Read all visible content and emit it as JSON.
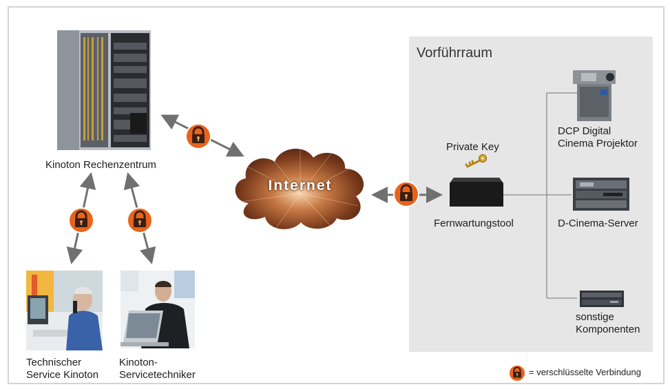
{
  "room": {
    "title": "Vorführraum"
  },
  "labels": {
    "datacenter": "Kinoton Rechenzentrum",
    "internet": "Internet",
    "private_key": "Private Key",
    "tool": "Fernwartungstool",
    "projector_line1": "DCP Digital",
    "projector_line2": "Cinema Projektor",
    "server": "D-Cinema-Server",
    "other_line1": "sonstige",
    "other_line2": "Komponenten",
    "service_line1": "Technischer",
    "service_line2": "Service Kinoton",
    "tech_line1": "Kinoton-",
    "tech_line2": "Servicetechniker"
  },
  "legend": {
    "text": "= verschlüsselte Verbindung"
  },
  "icons": {
    "lock": "padlock-icon",
    "key": "key-icon"
  },
  "colors": {
    "lock_orange": "#e8631c",
    "room_bg": "#e6e6e6",
    "arrow": "#707070",
    "frame": "#d4d4d4"
  }
}
